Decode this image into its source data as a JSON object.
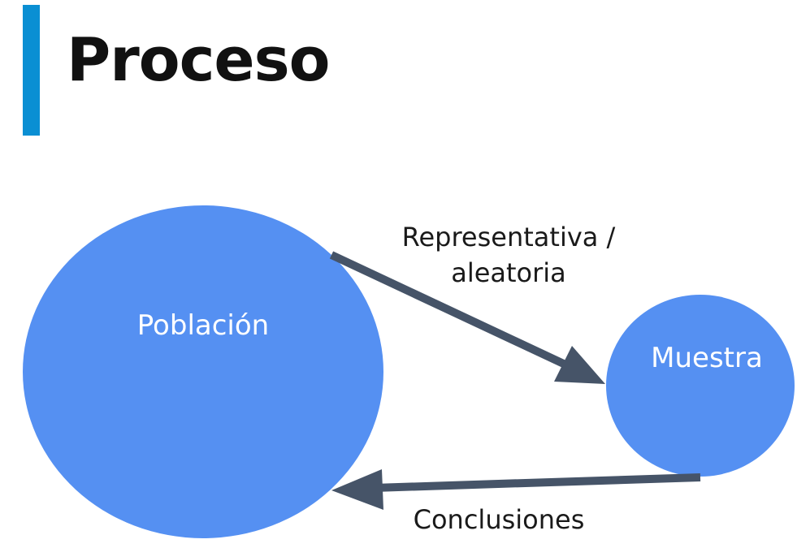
{
  "title": "Proceso",
  "colors": {
    "accent": "#0A8FD3",
    "node_fill": "#5590F2",
    "arrow": "#465468"
  },
  "nodes": {
    "population": "Población",
    "sample": "Muestra"
  },
  "edges": {
    "to_sample_line1": "Representativa /",
    "to_sample_line2": "aleatoria",
    "to_population": "Conclusiones"
  }
}
